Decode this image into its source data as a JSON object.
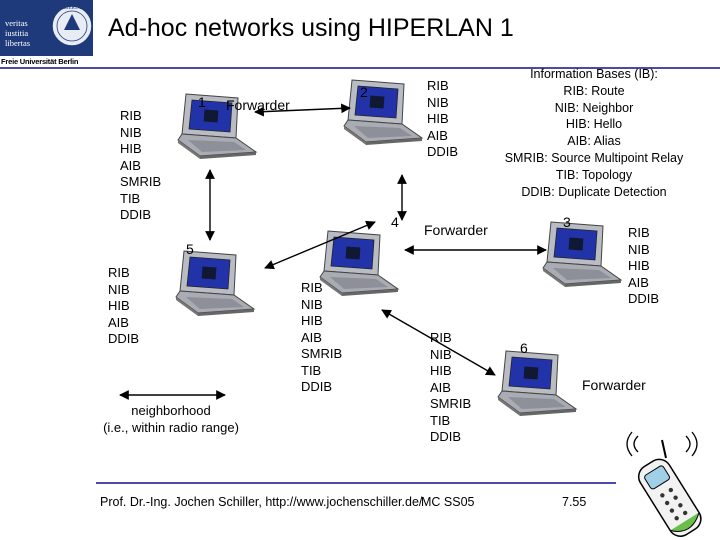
{
  "slide": {
    "title": "Ad-hoc networks using HIPERLAN 1",
    "logo_text": "veritas\niustitia\nlibertas",
    "logo_name": "Freie Universität Berlin",
    "logo_seal_text": "LIBERTAS",
    "info": "Information Bases (IB):\nRIB: Route\nNIB: Neighbor\nHIB: Hello\nAIB: Alias\nSMRIB: Source Multipoint Relay\nTIB: Topology\nDDIB: Duplicate Detection",
    "nodes": [
      {
        "number": "1",
        "role": "Forwarder",
        "ib": "RIB\nNIB\nHIB\nAIB\nSMRIB\nTIB\nDDIB"
      },
      {
        "number": "2",
        "role": "",
        "ib": "RIB\nNIB\nHIB\nAIB\nDDIB"
      },
      {
        "number": "3",
        "role": "",
        "ib": "RIB\nNIB\nHIB\nAIB\nDDIB"
      },
      {
        "number": "4",
        "role": "Forwarder",
        "ib": "RIB\nNIB\nHIB\nAIB\nSMRIB\nTIB\nDDIB"
      },
      {
        "number": "5",
        "role": "",
        "ib": "RIB\nNIB\nHIB\nAIB\nDDIB"
      },
      {
        "number": "6",
        "role": "Forwarder",
        "ib": "RIB\nNIB\nHIB\nAIB\nSMRIB\nTIB\nDDIB"
      }
    ],
    "legend": "neighborhood\n(i.e., within radio range)",
    "footer": {
      "author": "Prof. Dr.-Ing. Jochen Schiller, http://www.jochenschiller.de/",
      "course": "MC SS05",
      "page": "7.55"
    },
    "colors": {
      "rule": "#4a4aa8",
      "logo_bg": "#1f3a7a",
      "screen": "#2233aa",
      "laptop": "#b9bcc2"
    }
  }
}
